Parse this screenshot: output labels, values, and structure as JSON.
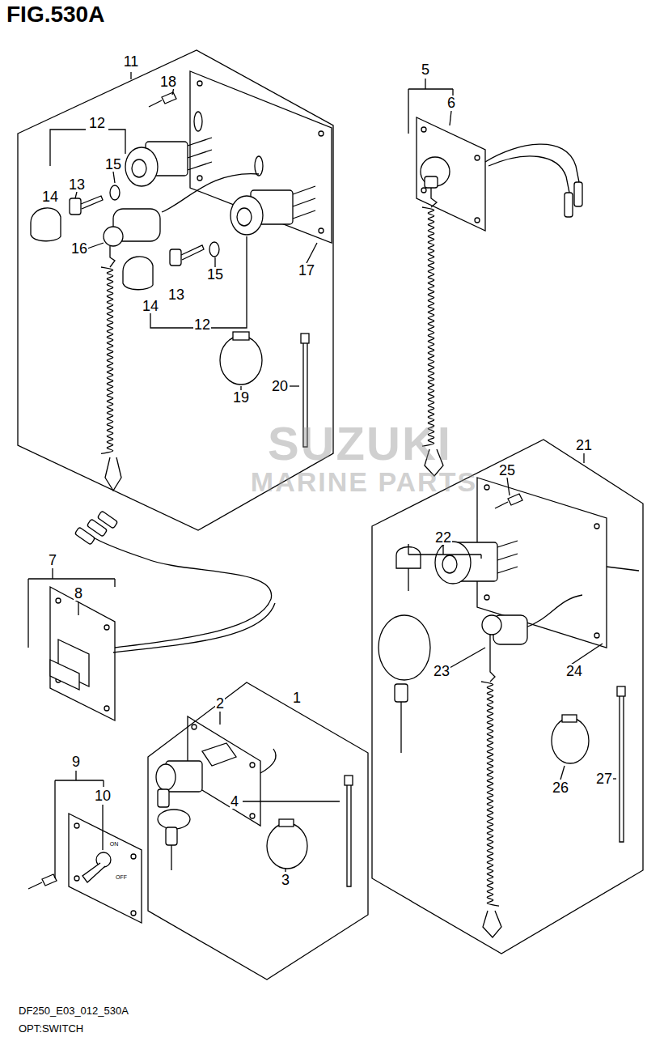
{
  "diagram": {
    "title": "FIG.530A",
    "nodes": [
      {
        "text": [
          "11"
        ]
      },
      {
        "text": [
          "21"
        ]
      },
      {
        "text": [
          "1"
        ]
      }
    ],
    "labels": [
      "18",
      "12",
      "15",
      "13",
      "14",
      "16",
      "14",
      "13",
      "15",
      "12",
      "17",
      "19",
      "20",
      "5",
      "6",
      "7",
      "8",
      "9",
      "10",
      "2",
      "3",
      "4",
      "22",
      "25",
      "23",
      "24",
      "26",
      "27",
      "DF250_E03_012_530A",
      "OPT:SWITCH",
      "SUZUKI",
      "MARINE PARTS",
      "ON",
      "OFF"
    ]
  }
}
